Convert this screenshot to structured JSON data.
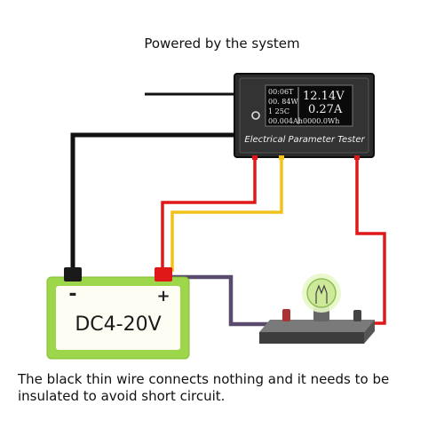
{
  "captions": {
    "top": "Powered by the system",
    "bottom": "The black thin wire connects nothing and it needs to be insulated to avoid short circuit."
  },
  "meter": {
    "label": "Electrical Parameter Tester",
    "left_readings": [
      "00:06T",
      "00. 84W",
      "1   25C",
      "00.004Ah"
    ],
    "voltage": "12.14V",
    "current": "0.27A",
    "energy": "0000.0Wh"
  },
  "battery": {
    "label": "DC4-20V",
    "negative": "-",
    "positive": "+"
  },
  "colors": {
    "black_wire": "#111111",
    "red_wire": "#e01818",
    "yellow_wire": "#f2c21b",
    "purple_wire": "#5a4a6e",
    "battery_frame": "#9dd64a",
    "meter_body": "#2b2b2b",
    "screen": "#0a0a0a"
  }
}
